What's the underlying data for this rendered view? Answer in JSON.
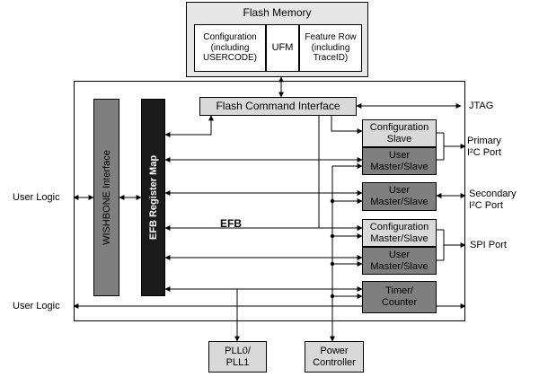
{
  "flash_memory": {
    "title": "Flash Memory",
    "configuration": [
      "Configuration",
      "(including",
      "USERCODE)"
    ],
    "ufm": "UFM",
    "feature_row": [
      "Feature Row",
      "(including",
      "TraceID)"
    ]
  },
  "efb": {
    "label": "EFB",
    "wishbone": "WISHBONE Interface",
    "register_map": "EFB Register Map",
    "flash_command_interface": "Flash Command Interface",
    "config_slave": [
      "Configuration",
      "Slave"
    ],
    "primary_user": [
      "User",
      "Master/Slave"
    ],
    "secondary_user": [
      "User",
      "Master/Slave"
    ],
    "spi_config": [
      "Configuration",
      "Master/Slave"
    ],
    "spi_user": [
      "User",
      "Master/Slave"
    ],
    "timer": [
      "Timer/",
      "Counter"
    ]
  },
  "external": {
    "user_logic_1": "User Logic",
    "user_logic_2": "User Logic",
    "jtag": "JTAG",
    "primary": [
      "Primary",
      "I²C Port"
    ],
    "secondary": [
      "Secondary",
      "I²C Port"
    ],
    "spi_port": "SPI Port",
    "pll": [
      "PLL0/",
      "PLL1"
    ],
    "power": [
      "Power",
      "Controller"
    ]
  }
}
